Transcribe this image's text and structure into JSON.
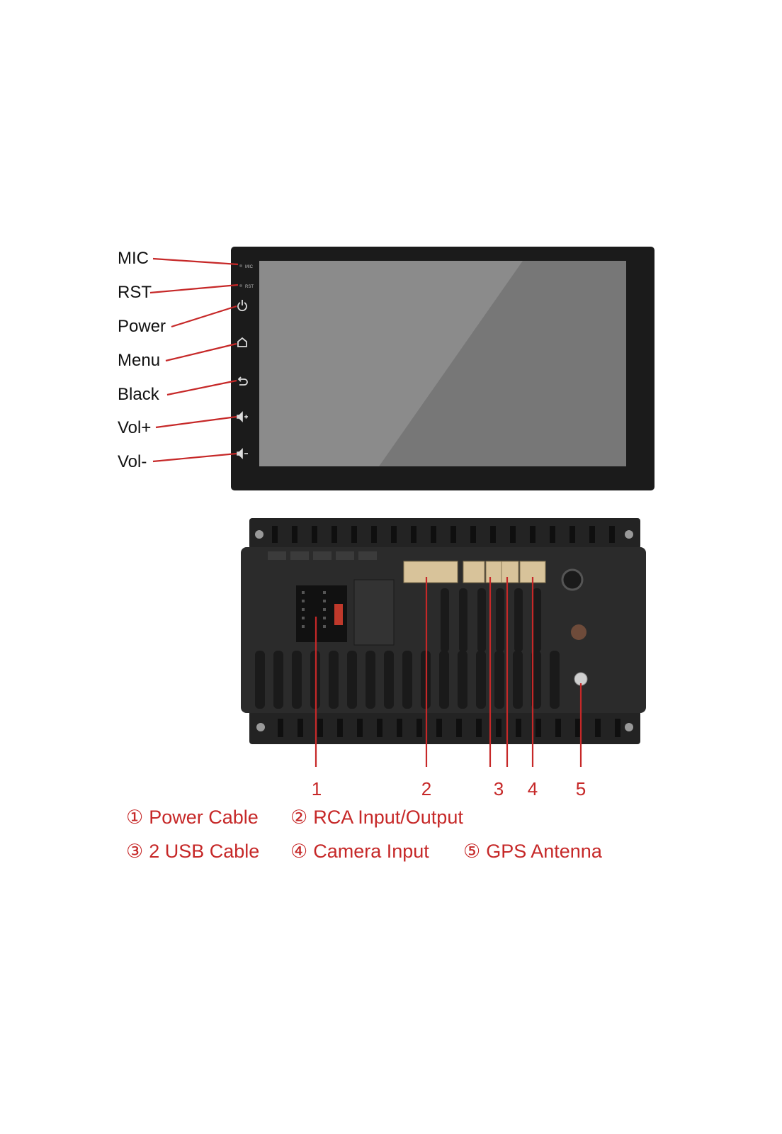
{
  "front_panel": {
    "labels": [
      "MIC",
      "RST",
      "Power",
      "Menu",
      "Black",
      "Vol+",
      "Vol-"
    ],
    "tiny_labels": [
      "MIC",
      "RST"
    ],
    "icons": [
      "power-icon",
      "home-icon",
      "back-icon",
      "volume-up-icon",
      "volume-down-icon"
    ]
  },
  "back_panel": {
    "port_numbers": [
      "1",
      "2",
      "3",
      "4",
      "5"
    ]
  },
  "legend": {
    "row1": [
      {
        "num": "①",
        "text": "Power Cable"
      },
      {
        "num": "②",
        "text": "RCA Input/Output"
      }
    ],
    "row2": [
      {
        "num": "③",
        "text": "2 USB Cable"
      },
      {
        "num": "④",
        "text": "Camera Input"
      },
      {
        "num": "⑤",
        "text": "GPS Antenna"
      }
    ]
  },
  "colors": {
    "callout_red": "#c62828",
    "bezel": "#1b1b1b",
    "screen": "#7a7a7a",
    "screen_light": "#8e8e8e",
    "unit_body": "#2a2a2a",
    "connector": "#d8c39a"
  }
}
